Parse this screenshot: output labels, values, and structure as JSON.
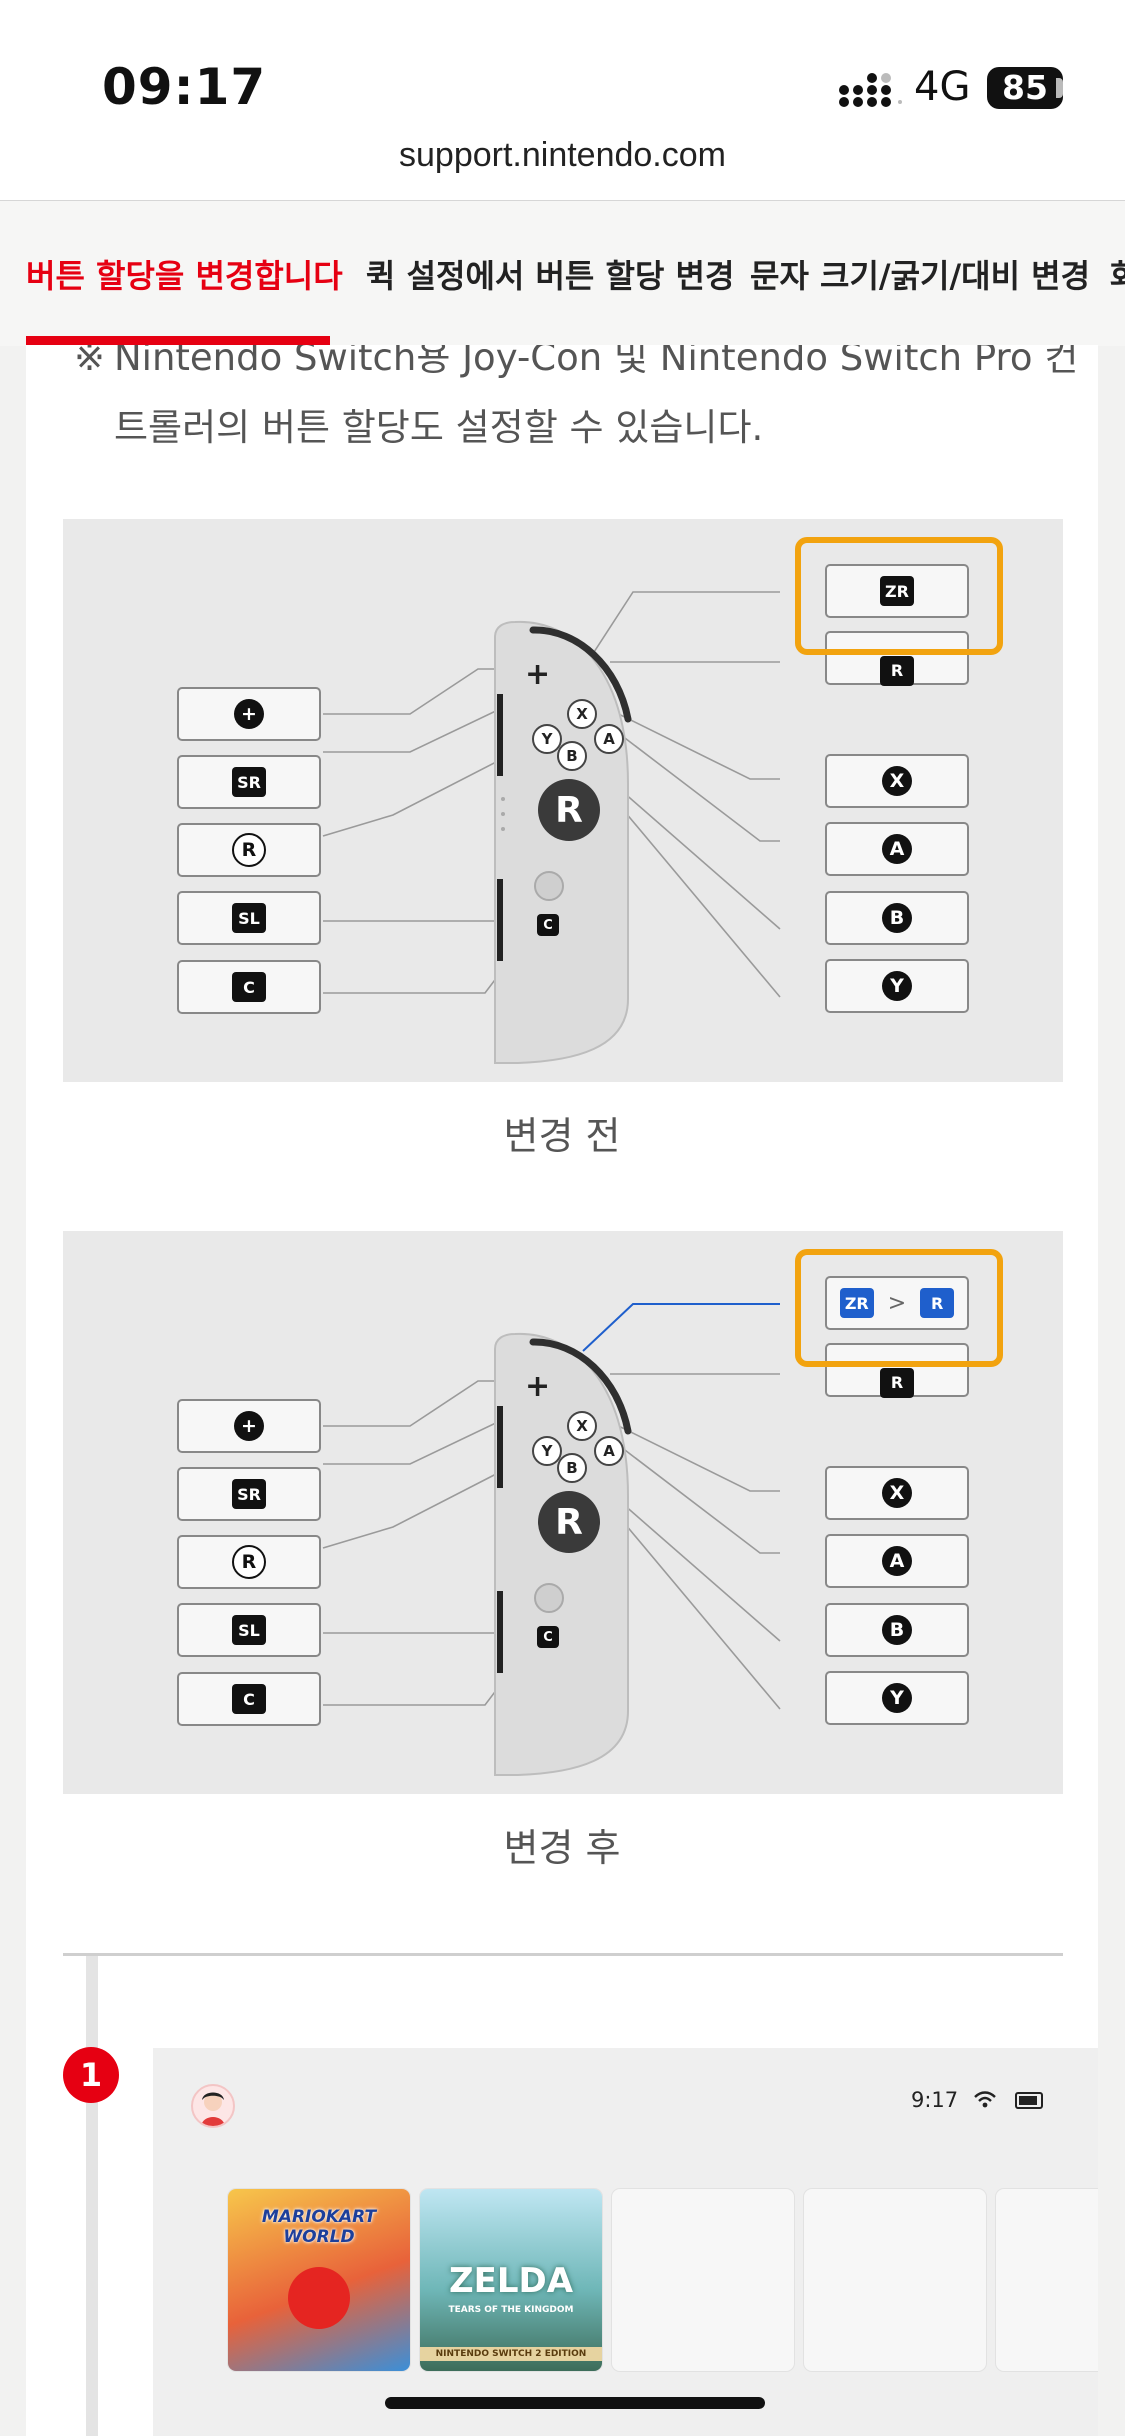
{
  "status_bar": {
    "time": "09:17",
    "network": "4G",
    "battery": "85"
  },
  "browser": {
    "url": "support.nintendo.com"
  },
  "tabs": [
    {
      "label": "버튼 할당을 변경합니다",
      "active": true
    },
    {
      "label": "퀵 설정에서 버튼 할당 변경",
      "active": false
    },
    {
      "label": "문자 크기/굵기/대비 변경",
      "active": false
    },
    {
      "label": "화",
      "active": false
    }
  ],
  "note": {
    "mark": "※",
    "line1": "Nintendo Switch용 Joy-Con 및 Nintendo Switch Pro 컨",
    "line2": "트롤러의 버튼 할당도 설정할 수 있습니다."
  },
  "figures": [
    {
      "caption": "변경 전",
      "left_buttons": [
        {
          "icon": "plus-button-icon",
          "glyph": "+",
          "shape": "circle"
        },
        {
          "icon": "sr-button-icon",
          "glyph": "SR",
          "shape": "square"
        },
        {
          "icon": "r-stick-press-icon",
          "glyph": "R",
          "shape": "circle"
        },
        {
          "icon": "sl-button-icon",
          "glyph": "SL",
          "shape": "square"
        },
        {
          "icon": "c-button-icon",
          "glyph": "C",
          "shape": "square"
        }
      ],
      "right_buttons": [
        {
          "icon": "zr-button-icon",
          "glyph": "ZR",
          "shape": "square"
        },
        {
          "icon": "r-button-icon",
          "glyph": "R",
          "shape": "square"
        },
        {
          "icon": "x-button-icon",
          "glyph": "X",
          "shape": "circle"
        },
        {
          "icon": "a-button-icon",
          "glyph": "A",
          "shape": "circle"
        },
        {
          "icon": "b-button-icon",
          "glyph": "B",
          "shape": "circle"
        },
        {
          "icon": "y-button-icon",
          "glyph": "Y",
          "shape": "circle"
        }
      ]
    },
    {
      "caption": "변경 후",
      "remap": {
        "from": "ZR",
        "to": "R",
        "arrow": ">"
      }
    }
  ],
  "controller_labels": {
    "x": "X",
    "y": "Y",
    "a": "A",
    "b": "B",
    "stick": "R",
    "plus": "+",
    "c": "C"
  },
  "step": {
    "number": "1"
  },
  "switch_screen": {
    "time": "9:17",
    "tiles": [
      {
        "label": "MARIOKART WORLD"
      },
      {
        "label": "ZELDA",
        "sublabel": "TEARS OF THE KINGDOM",
        "edition": "NINTENDO SWITCH 2 EDITION"
      }
    ]
  },
  "colors": {
    "accent": "#e60012",
    "highlight": "#f2a30f",
    "remap_blue": "#1f5fcc"
  }
}
